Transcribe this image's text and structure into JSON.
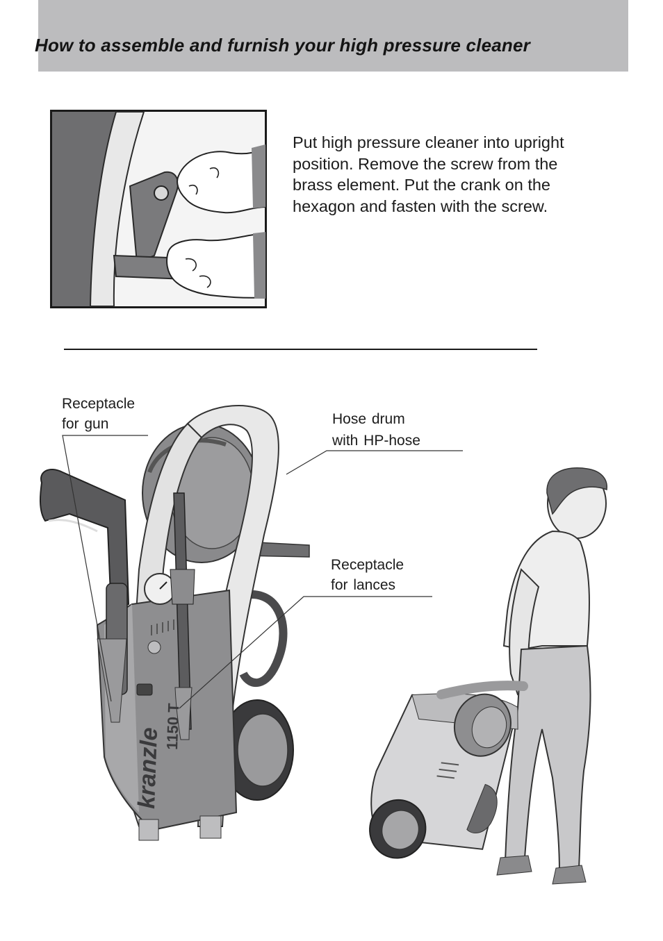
{
  "header": {
    "title": "How to assemble and furnish your high pressure cleaner"
  },
  "step": {
    "instruction": "Put high pressure cleaner into upright position. Remove the screw from the brass element. Put the crank on the hexagon and fasten with the screw."
  },
  "callouts": {
    "gun_line1": "Receptacle",
    "gun_line2": "for gun",
    "hose_line1": "Hose drum",
    "hose_line2": "with HP-hose",
    "lances_line1": "Receptacle",
    "lances_line2": "for lances"
  },
  "machine": {
    "brand_label": "kranzle",
    "model_label": "1150 T"
  },
  "colors": {
    "header_band": "#bcbcbe",
    "machine_body": "#8e8e90",
    "frame_light": "#e6e6e6",
    "dark_parts": "#5a5a5c"
  }
}
